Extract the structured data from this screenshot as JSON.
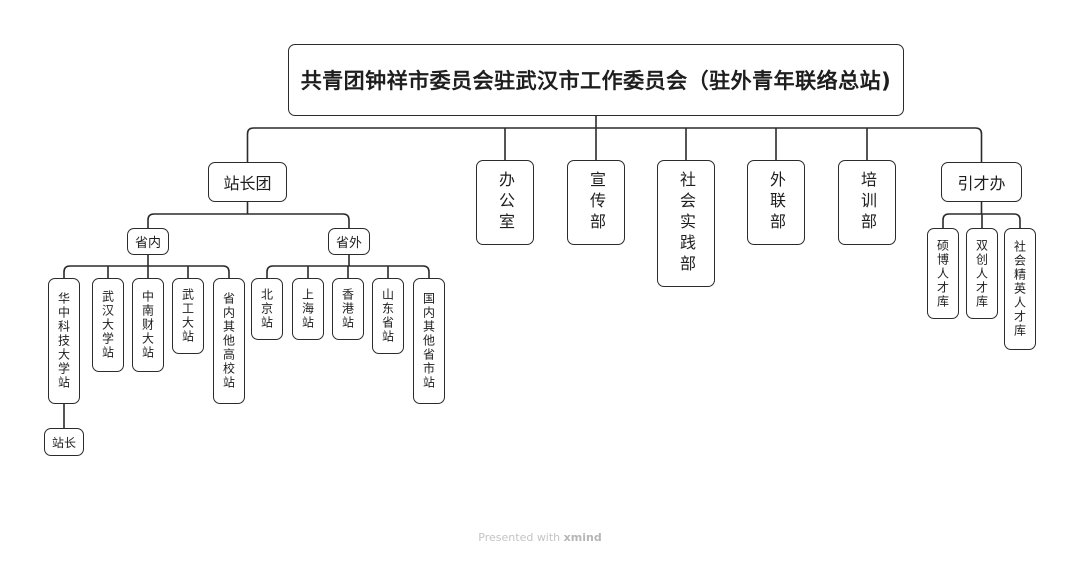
{
  "root": {
    "label": "共青团钟祥市委员会驻武汉市工作委员会（驻外青年联络总站)"
  },
  "children": [
    {
      "label": "站长团",
      "children": [
        {
          "label": "省内",
          "children": [
            {
              "label": "华中科技大学站",
              "children": [
                {
                  "label": "站长"
                }
              ]
            },
            {
              "label": "武汉大学站"
            },
            {
              "label": "中南财大站"
            },
            {
              "label": "武工大站"
            },
            {
              "label": "省内其他高校站"
            }
          ]
        },
        {
          "label": "省外",
          "children": [
            {
              "label": "北京站"
            },
            {
              "label": "上海站"
            },
            {
              "label": "香港站"
            },
            {
              "label": "山东省站"
            },
            {
              "label": "国内其他省市站"
            }
          ]
        }
      ]
    },
    {
      "label": "办公室"
    },
    {
      "label": "宣传部"
    },
    {
      "label": "社会实践部"
    },
    {
      "label": "外联部"
    },
    {
      "label": "培训部"
    },
    {
      "label": "引才办",
      "children": [
        {
          "label": "硕博人才库"
        },
        {
          "label": "双创人才库"
        },
        {
          "label": "社会精英人才库"
        }
      ]
    }
  ],
  "footer": {
    "prefix": "Presented with",
    "brand": "xmind"
  },
  "colors": {
    "line": "#2b2b2b",
    "text": "#1e1e1e",
    "footer": "#c4c4c4"
  }
}
